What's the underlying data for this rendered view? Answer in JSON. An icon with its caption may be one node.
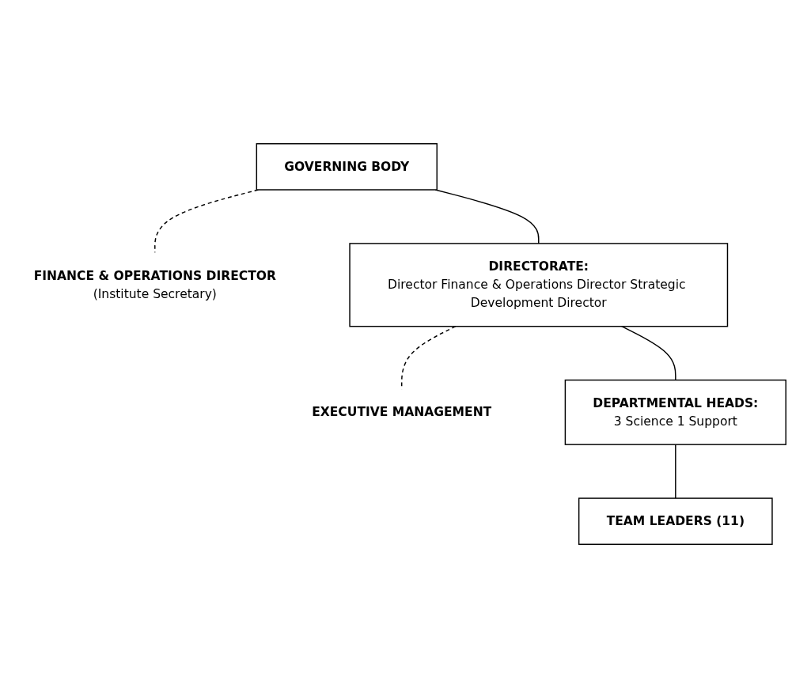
{
  "diagram": {
    "nodes": [
      {
        "text": [
          "GOVERNING BODY"
        ]
      },
      {
        "text": [
          "FINANCE & OPERATIONS DIRECTOR",
          "(Institute Secretary)"
        ]
      },
      {
        "text": [
          "DIRECTORATE:",
          "Director Finance & Operations Director Strategic Development Director"
        ]
      },
      {
        "text": [
          "EXECUTIVE MANAGEMENT"
        ]
      },
      {
        "text": [
          "DEPARTMENTAL HEADS:",
          "3 Science 1 Support"
        ]
      },
      {
        "text": [
          "TEAM LEADERS (11)"
        ]
      }
    ],
    "edges": [
      {
        "from": 0,
        "to": 1,
        "arrow": "none",
        "style": "dashed"
      },
      {
        "from": 0,
        "to": 2,
        "arrow": "none"
      },
      {
        "from": 2,
        "to": 3,
        "arrow": "none",
        "style": "dashed"
      },
      {
        "from": 2,
        "to": 4,
        "arrow": "none"
      },
      {
        "from": 4,
        "to": 5,
        "arrow": "none"
      }
    ]
  }
}
